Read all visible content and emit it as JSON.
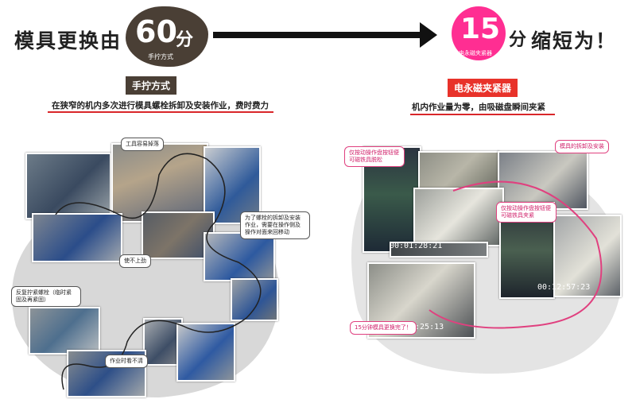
{
  "header": {
    "prefix": "模具更换由",
    "old_time_value": "60",
    "old_time_unit": "分",
    "old_method_small": "手拧方式",
    "new_time_value": "15",
    "new_time_unit": "分",
    "new_method_small": "电永磁夹紧器",
    "suffix": "缩短为！"
  },
  "left": {
    "label": "手拧方式",
    "description": "在狭窄的机内多次进行模具螺栓拆卸及安装作业，费时费力",
    "callouts": [
      "工具容易掉落",
      "为了螺栓的拆卸及安装作业，需要在操作侧及操作对面来回移动",
      "使不上劲",
      "反复拧紧螺栓（临时紧固及再紧固）",
      "作业时看不清"
    ]
  },
  "right": {
    "label": "电永磁夹紧器",
    "description": "机内作业量为零，由吸磁盘瞬间夹紧",
    "callouts": [
      "仅按动操作盘按钮便可磁铁具脱松",
      "模具的拆卸及安装",
      "仅按动操作盘按钮便可磁铁具夹紧",
      "15分钟模具更换完了！"
    ],
    "timestamps": [
      "00:01:28:21",
      "00:12:57:23",
      "4:25:13"
    ]
  },
  "colors": {
    "dark_brown": "#4a3f35",
    "pink": "#ff2e92",
    "red": "#e8322a",
    "accent_line": "#d9262a"
  }
}
